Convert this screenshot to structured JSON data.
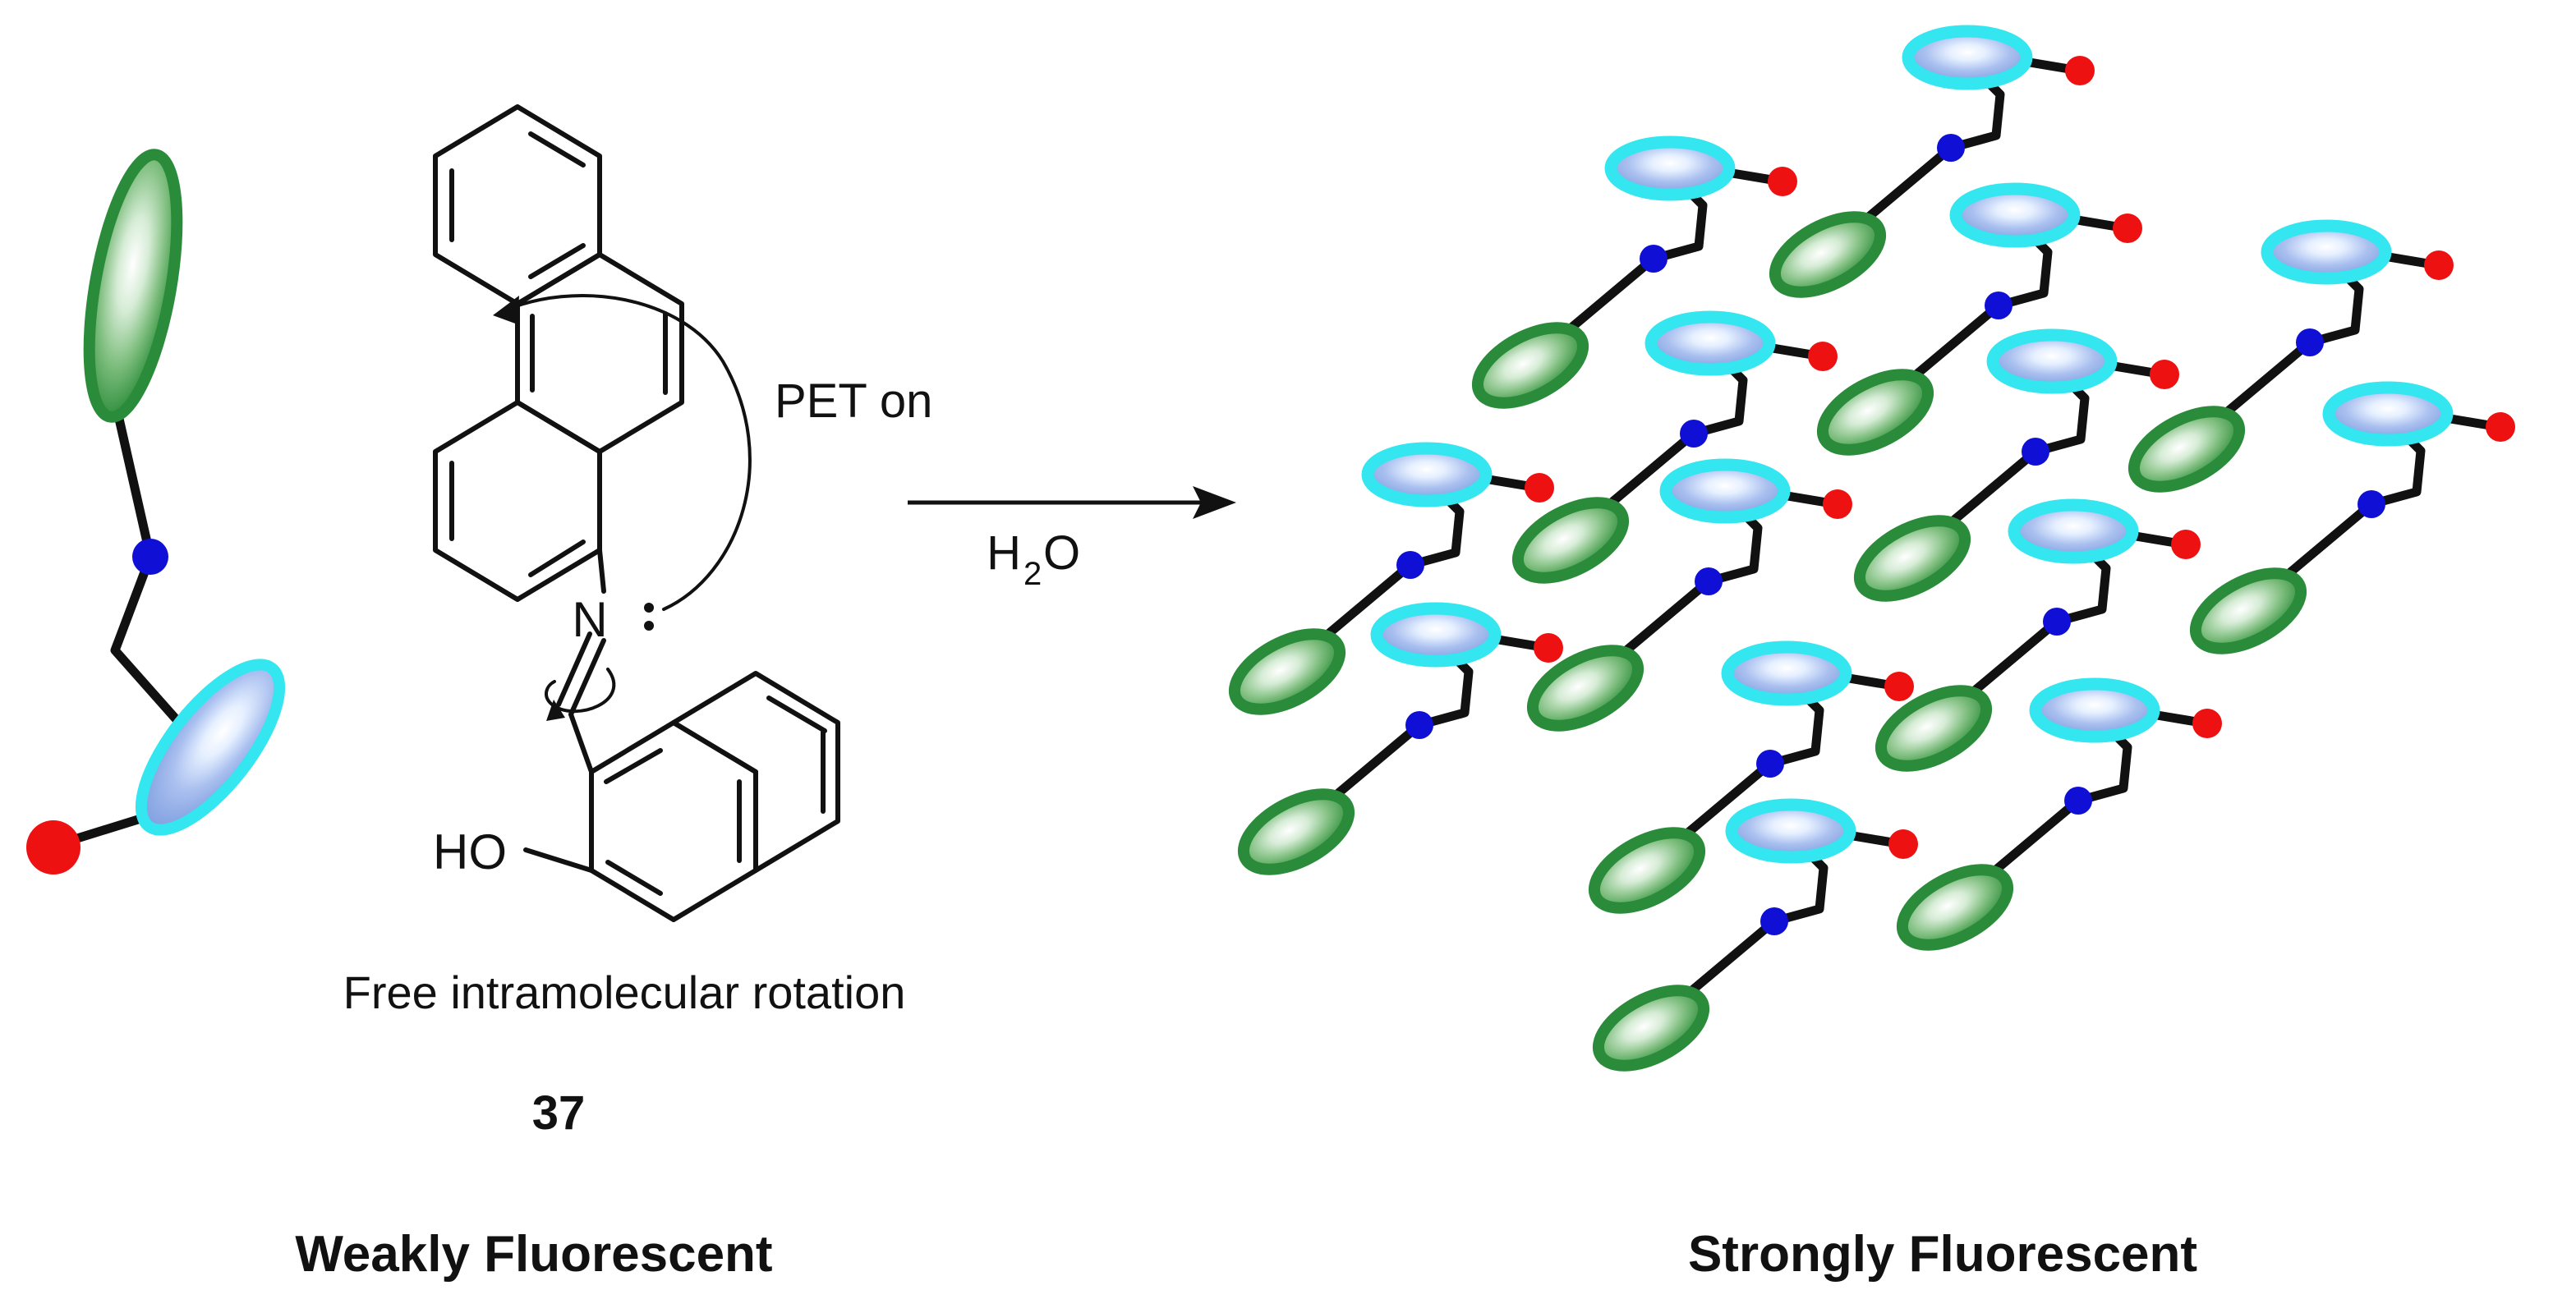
{
  "labels": {
    "pet": "PET on",
    "reagent_h": "H",
    "reagent_sub": "2",
    "reagent_o": "O",
    "nitrogen": "N",
    "hydroxyl": "HO",
    "rotation": "Free intramolecular rotation",
    "compound_number": "37",
    "left_caption": "Weakly Fluorescent",
    "right_caption": "Strongly Fluorescent"
  },
  "colors": {
    "green_unit": "#2a8c3a",
    "cyan_unit": "#33e6f0",
    "blue_node": "#0f0fd6",
    "red_node": "#ee1111",
    "ink": "#111111"
  }
}
